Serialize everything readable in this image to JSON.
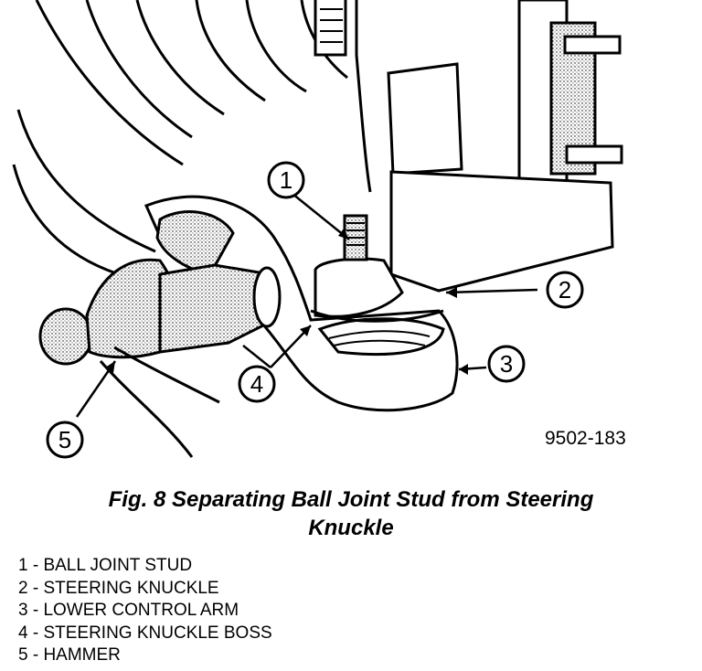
{
  "figure": {
    "id": "9502-183",
    "callouts": [
      "1",
      "2",
      "3",
      "4",
      "5"
    ]
  },
  "caption": {
    "line1": "Fig. 8 Separating Ball Joint Stud from Steering",
    "line2": "Knuckle"
  },
  "legend": [
    "1 - BALL JOINT STUD",
    "2 - STEERING KNUCKLE",
    "3 - LOWER CONTROL ARM",
    "4 - STEERING KNUCKLE BOSS",
    "5 - HAMMER"
  ]
}
